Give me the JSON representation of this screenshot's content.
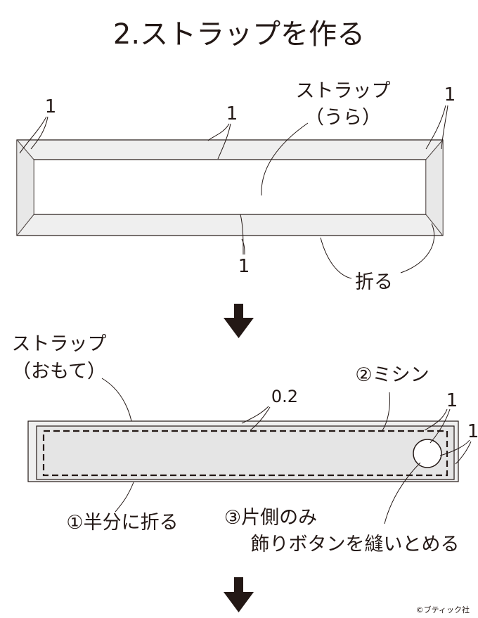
{
  "title": "2.ストラップを作る",
  "step1": {
    "strap_label_line1": "ストラップ",
    "strap_label_line2": "（うら）",
    "dim_top_left": "1",
    "dim_top_center": "1",
    "dim_top_right": "1",
    "dim_bottom_center": "1",
    "fold_label": "折る"
  },
  "step2": {
    "strap_label_line1": "ストラップ",
    "strap_label_line2": "（おもて）",
    "stitch_offset": "0.2",
    "sewing_label": "②ミシン",
    "dim_button_1": "1",
    "dim_button_2": "1",
    "fold_half_label": "①半分に折る",
    "button_label_line1": "③片側のみ",
    "button_label_line2": "飾りボタンを縫いとめる"
  },
  "credit": "©ブティック社",
  "colors": {
    "line": "#231815",
    "fabric_fill": "#efefef",
    "strap_fill": "#e5e5e5",
    "button_fill": "#ffffff"
  }
}
